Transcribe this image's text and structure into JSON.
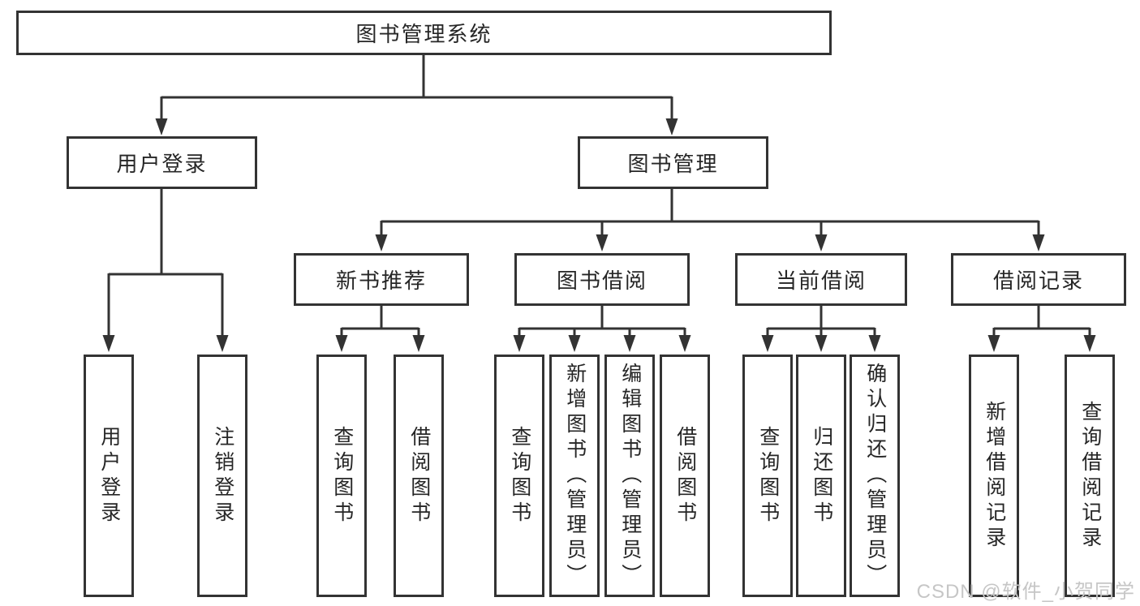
{
  "tree": {
    "root": {
      "label": "图书管理系统"
    },
    "branches": [
      {
        "label": "用户登录",
        "children": [
          {
            "label": "用户登录"
          },
          {
            "label": "注销登录"
          }
        ]
      },
      {
        "label": "图书管理",
        "children": [
          {
            "label": "新书推荐",
            "children": [
              {
                "label": "查询图书"
              },
              {
                "label": "借阅图书"
              }
            ]
          },
          {
            "label": "图书借阅",
            "children": [
              {
                "label": "查询图书"
              },
              {
                "label": "新增图书（管理员）"
              },
              {
                "label": "编辑图书（管理员）"
              },
              {
                "label": "借阅图书"
              }
            ]
          },
          {
            "label": "当前借阅",
            "children": [
              {
                "label": "查询图书"
              },
              {
                "label": "归还图书"
              },
              {
                "label": "确认归还（管理员）"
              }
            ]
          },
          {
            "label": "借阅记录",
            "children": [
              {
                "label": "新增借阅记录"
              },
              {
                "label": "查询借阅记录"
              }
            ]
          }
        ]
      }
    ]
  },
  "watermark": {
    "text": "CSDN @软件_小贺同学"
  },
  "colors": {
    "line": "#333333",
    "border": "#333333",
    "text": "#262626",
    "background": "#ffffff",
    "watermark": "#c6c6c6"
  }
}
